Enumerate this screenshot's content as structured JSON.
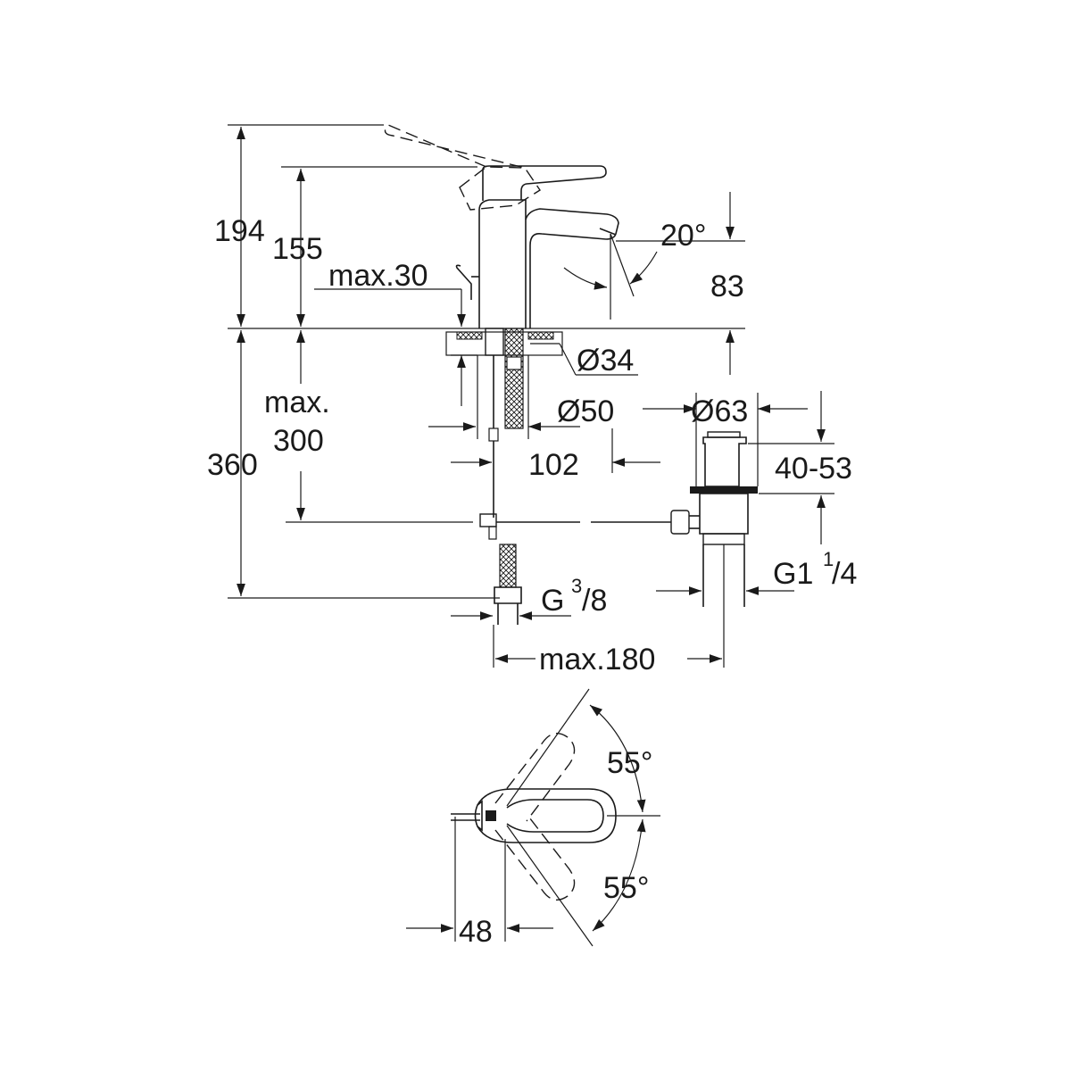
{
  "side_view": {
    "dim_194": "194",
    "dim_155": "155",
    "dim_max30": "max.30",
    "dim_20deg": "20°",
    "dim_83": "83",
    "dim_d34": "Ø34",
    "dim_d50": "Ø50",
    "dim_102": "102",
    "dim_max": "max.",
    "dim_300": "300",
    "dim_360": "360",
    "dim_d63": "Ø63",
    "dim_40_53": "40-53",
    "dim_g1": "G1",
    "dim_g1_sup": "1",
    "dim_g1_sub": "/4",
    "dim_g": "G",
    "dim_g_sup": "3",
    "dim_g_sub": "/8",
    "dim_max180": "max.180"
  },
  "top_view": {
    "angle_upper": "55°",
    "angle_lower": "55°",
    "dim_48": "48"
  }
}
